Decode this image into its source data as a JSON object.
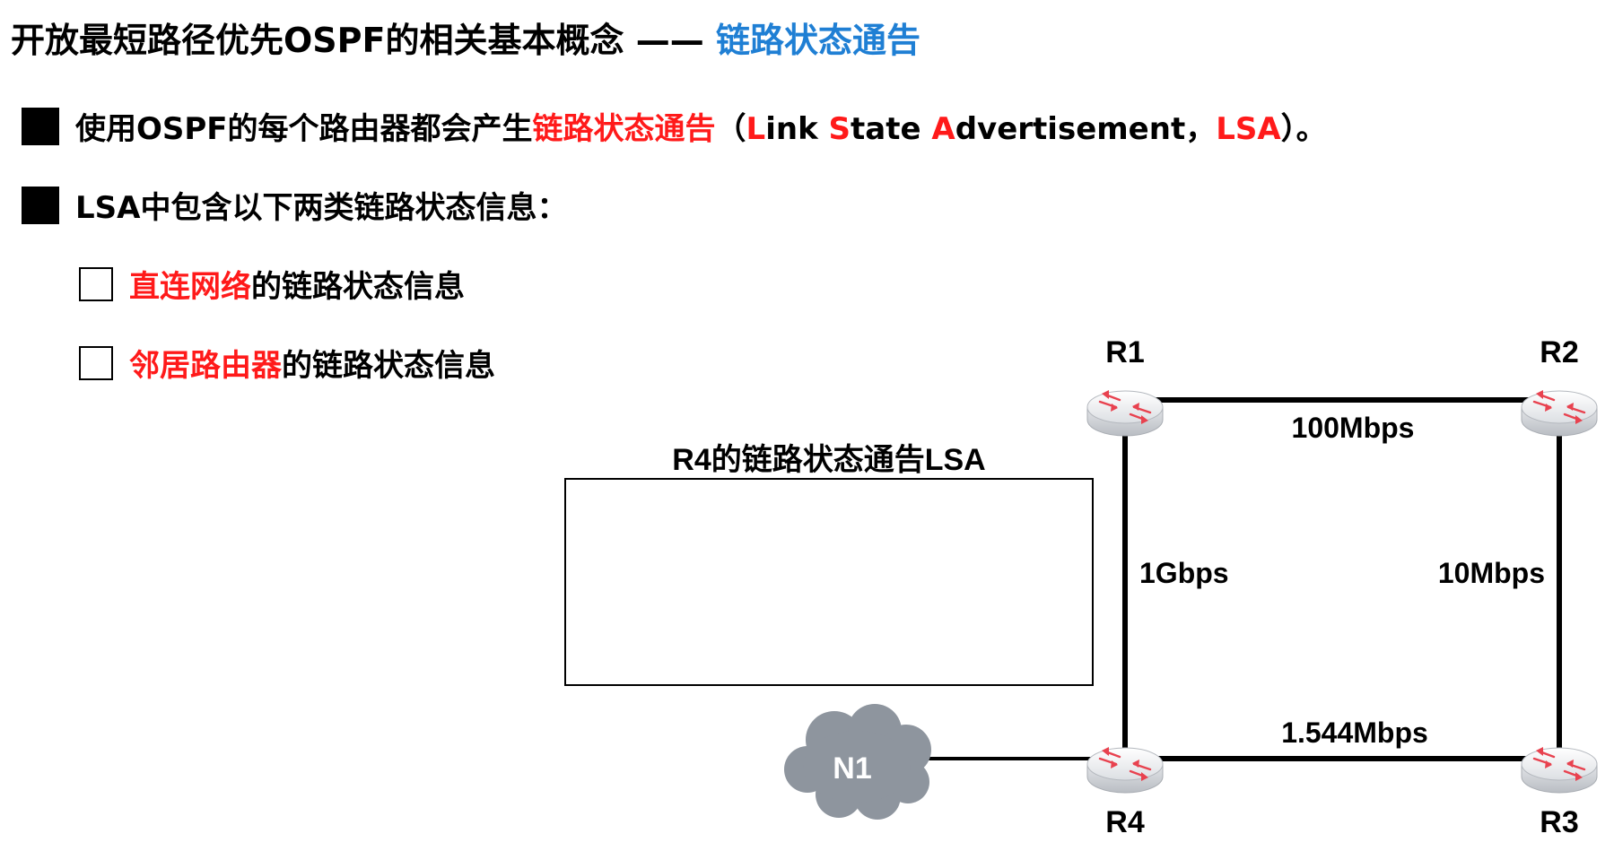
{
  "title": {
    "main": "开放最短路径优先OSPF的相关基本概念 —— ",
    "highlight": "链路状态通告"
  },
  "bullets": [
    {
      "level": 1,
      "segments": [
        {
          "text": "使用OSPF的每个路由器都会产生",
          "color": "#000000"
        },
        {
          "text": "链路状态通告",
          "color": "#ff1a1a"
        },
        {
          "text": "（",
          "color": "#000000"
        },
        {
          "text": "L",
          "color": "#ff1a1a"
        },
        {
          "text": "ink ",
          "color": "#000000"
        },
        {
          "text": "S",
          "color": "#ff1a1a"
        },
        {
          "text": "tate ",
          "color": "#000000"
        },
        {
          "text": "A",
          "color": "#ff1a1a"
        },
        {
          "text": "dvertisement，",
          "color": "#000000"
        },
        {
          "text": "LSA",
          "color": "#ff1a1a"
        },
        {
          "text": "）。",
          "color": "#000000"
        }
      ]
    },
    {
      "level": 1,
      "segments": [
        {
          "text": "LSA中包含以下两类链路状态信息：",
          "color": "#000000"
        }
      ]
    },
    {
      "level": 2,
      "segments": [
        {
          "text": "直连网络",
          "color": "#ff1a1a"
        },
        {
          "text": "的链路状态信息",
          "color": "#000000"
        }
      ]
    },
    {
      "level": 2,
      "segments": [
        {
          "text": "邻居路由器",
          "color": "#ff1a1a"
        },
        {
          "text": "的链路状态信息",
          "color": "#000000"
        }
      ]
    }
  ],
  "lsa_box": {
    "label": "R4的链路状态通告LSA"
  },
  "network": {
    "routers": {
      "r1": "R1",
      "r2": "R2",
      "r3": "R3",
      "r4": "R4"
    },
    "cloud": "N1",
    "links": {
      "r1_r2": "100Mbps",
      "r1_r4": "1Gbps",
      "r2_r3": "10Mbps",
      "r4_r3": "1.544Mbps"
    }
  },
  "colors": {
    "accent_blue": "#1f7fd4",
    "highlight_red": "#ff1a1a",
    "router_arrow": "#e8424f",
    "cloud_gray": "#8e959e"
  }
}
